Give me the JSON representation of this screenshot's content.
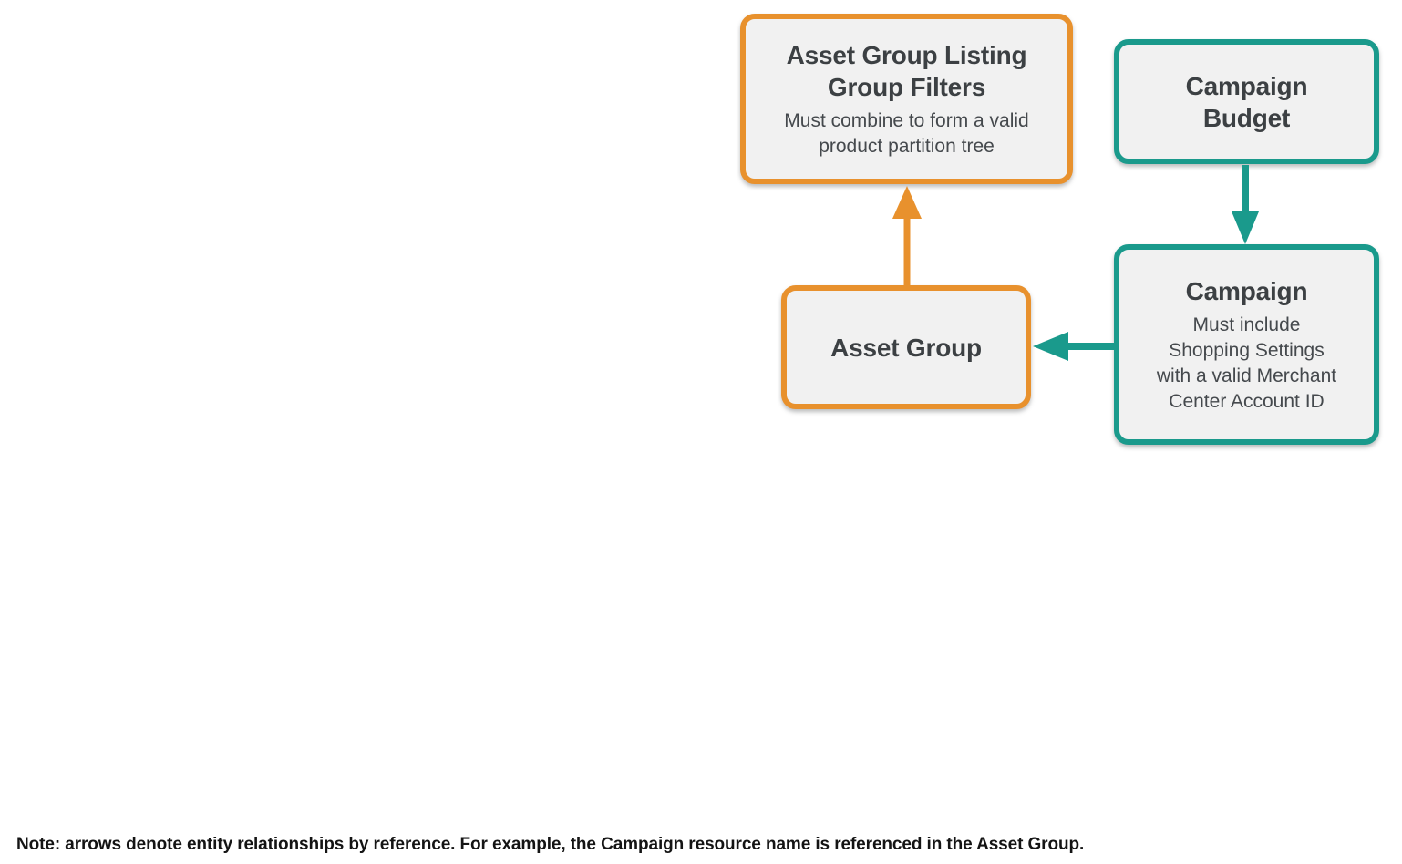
{
  "colors": {
    "orange": "#E8912D",
    "teal": "#1A9A8C",
    "box_fill": "#F1F1F1",
    "title_text": "#3C4043",
    "subtitle_text": "#45494D",
    "note_text": "#141414"
  },
  "diagram": {
    "boxes": {
      "listing_filters": {
        "title_lines": [
          "Asset Group Listing",
          "Group Filters"
        ],
        "subtitle_lines": [
          "Must combine to form a valid",
          "product partition tree"
        ],
        "accent": "orange"
      },
      "campaign_budget": {
        "title_lines": [
          "Campaign",
          "Budget"
        ],
        "accent": "teal"
      },
      "asset_group": {
        "title": "Asset Group",
        "accent": "orange"
      },
      "campaign": {
        "title": "Campaign",
        "subtitle_lines": [
          "Must include",
          "Shopping Settings",
          "with a valid Merchant",
          "Center Account ID"
        ],
        "accent": "teal"
      }
    },
    "arrows": [
      {
        "name": "asset-group-to-listing-filters",
        "direction": "up",
        "color": "orange"
      },
      {
        "name": "campaign-budget-to-campaign",
        "direction": "down",
        "color": "teal"
      },
      {
        "name": "campaign-to-asset-group",
        "direction": "left",
        "color": "teal"
      }
    ]
  },
  "note": {
    "text": "Note: arrows denote entity relationships by reference. For example, the Campaign resource name is referenced in the Asset Group."
  }
}
